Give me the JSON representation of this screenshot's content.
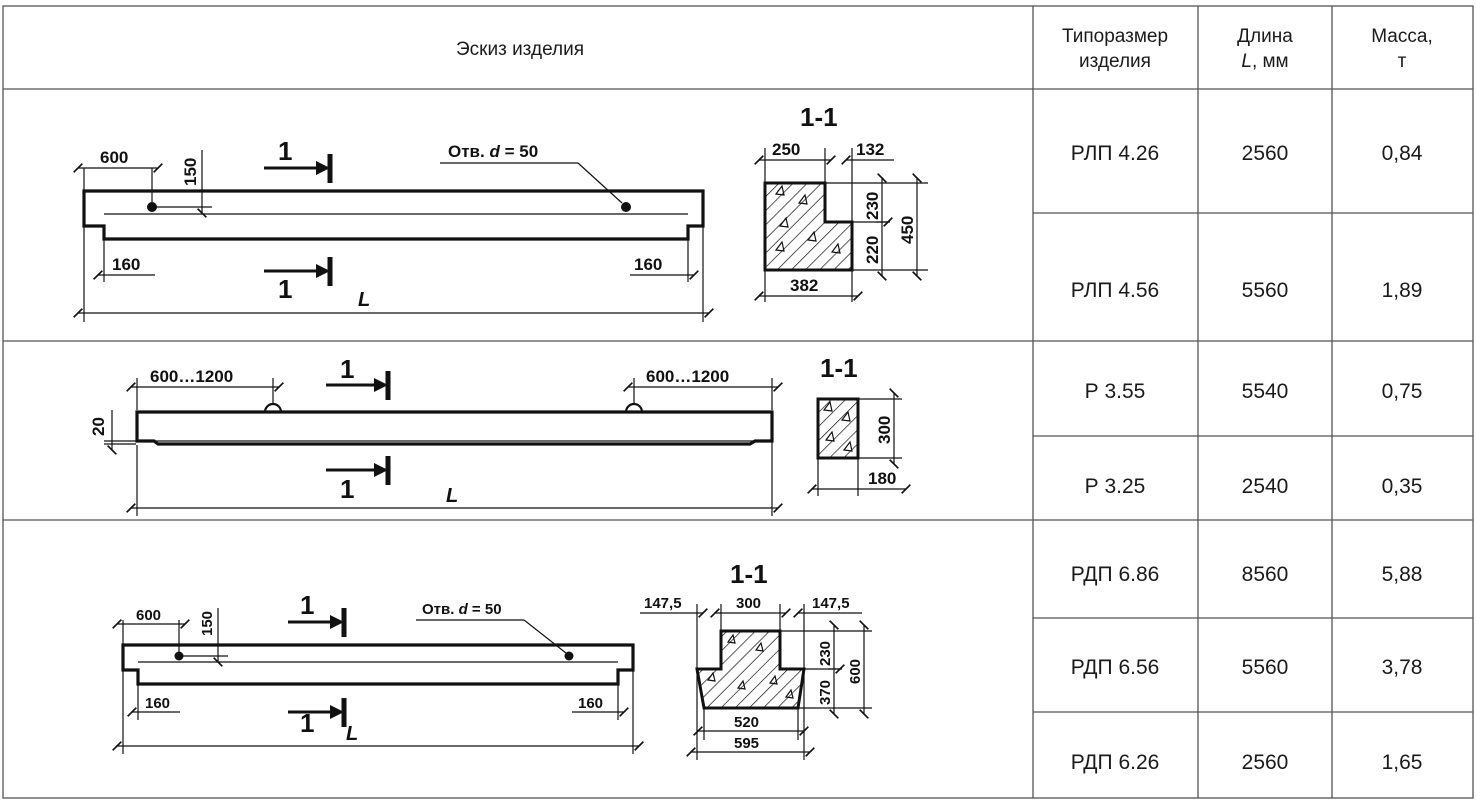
{
  "header": {
    "sketch": "Эскиз изделия",
    "size_line1": "Типоразмер",
    "size_line2": "изделия",
    "length_line1": "Длина",
    "length_L": "L",
    "length_unit": ", мм",
    "mass_line1": "Масса,",
    "mass_line2": "т"
  },
  "rows": [
    {
      "size": "РЛП 4.26",
      "length": "2560",
      "mass": "0,84"
    },
    {
      "size": "РЛП 4.56",
      "length": "5560",
      "mass": "1,89"
    },
    {
      "size": "Р 3.55",
      "length": "5540",
      "mass": "0,75"
    },
    {
      "size": "Р 3.25",
      "length": "2540",
      "mass": "0,35"
    },
    {
      "size": "РДП 6.86",
      "length": "8560",
      "mass": "5,88"
    },
    {
      "size": "РДП 6.56",
      "length": "5560",
      "mass": "3,78"
    },
    {
      "size": "РДП 6.26",
      "length": "2560",
      "mass": "1,65"
    }
  ],
  "sketch1": {
    "dim_600": "600",
    "dim_150": "150",
    "hole_prefix": "Отв.",
    "hole_d": "d",
    "hole_value": "= 50",
    "dim_160_left": "160",
    "dim_160_right": "160",
    "length_label": "L",
    "section_mark": "1",
    "section_title": "1-1",
    "sec_250": "250",
    "sec_132": "132",
    "sec_230": "230",
    "sec_220": "220",
    "sec_450": "450",
    "sec_382": "382"
  },
  "sketch2": {
    "dim_left": "600…1200",
    "dim_right": "600…1200",
    "dim_20": "20",
    "length_label": "L",
    "section_mark": "1",
    "section_title": "1-1",
    "sec_300": "300",
    "sec_180": "180"
  },
  "sketch3": {
    "dim_600": "600",
    "dim_150": "150",
    "hole_prefix": "Отв.",
    "hole_d": "d",
    "hole_value": "= 50",
    "dim_160_left": "160",
    "dim_160_right": "160",
    "length_label": "L",
    "section_mark": "1",
    "section_title": "1-1",
    "sec_147_left": "147,5",
    "sec_300": "300",
    "sec_147_right": "147,5",
    "sec_230": "230",
    "sec_370": "370",
    "sec_600": "600",
    "sec_520": "520",
    "sec_595": "595"
  }
}
